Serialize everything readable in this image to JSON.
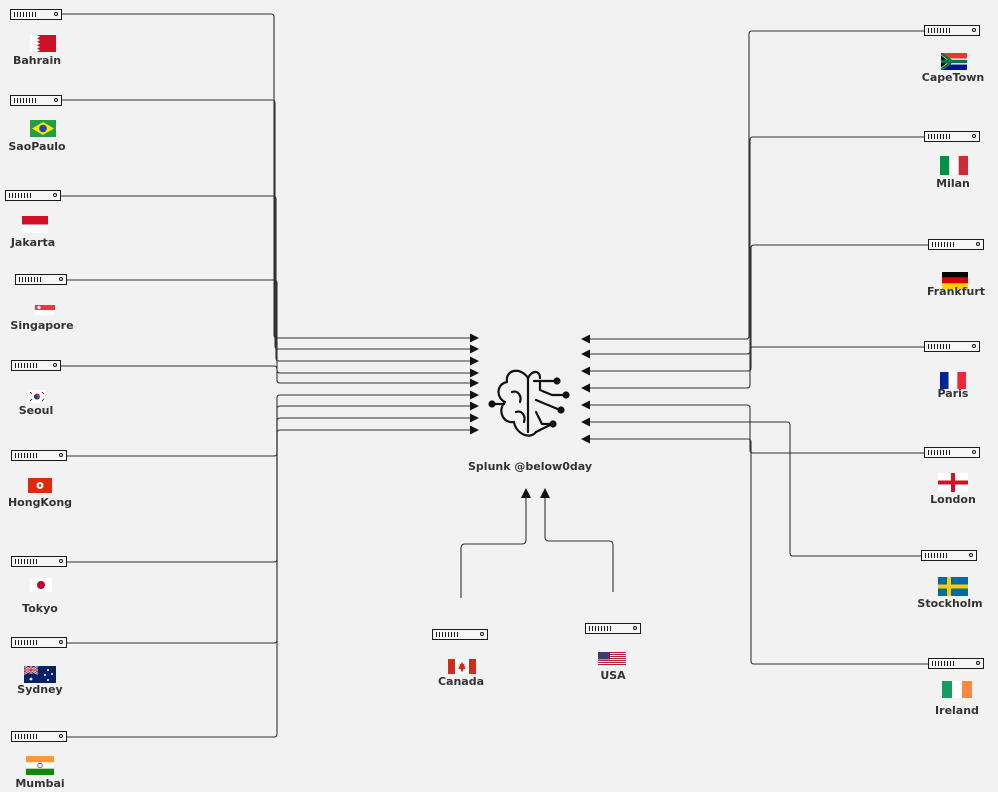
{
  "hub": {
    "label": "Splunk @below0day",
    "icon": "brain-circuit-icon"
  },
  "left_nodes": [
    {
      "id": "bahrain",
      "label": "Bahrain",
      "flag": "bahrain"
    },
    {
      "id": "saopaulo",
      "label": "SaoPaulo",
      "flag": "brazil"
    },
    {
      "id": "jakarta",
      "label": "Jakarta",
      "flag": "indonesia"
    },
    {
      "id": "singapore",
      "label": "Singapore",
      "flag": "singapore"
    },
    {
      "id": "seoul",
      "label": "Seoul",
      "flag": "korea"
    },
    {
      "id": "hongkong",
      "label": "HongKong",
      "flag": "hongkong"
    },
    {
      "id": "tokyo",
      "label": "Tokyo",
      "flag": "japan"
    },
    {
      "id": "sydney",
      "label": "Sydney",
      "flag": "australia"
    },
    {
      "id": "mumbai",
      "label": "Mumbai",
      "flag": "india"
    }
  ],
  "right_nodes": [
    {
      "id": "capetown",
      "label": "CapeTown",
      "flag": "southafrica"
    },
    {
      "id": "milan",
      "label": "Milan",
      "flag": "italy"
    },
    {
      "id": "frankfurt",
      "label": "Frankfurt",
      "flag": "germany"
    },
    {
      "id": "paris",
      "label": "Paris",
      "flag": "france"
    },
    {
      "id": "london",
      "label": "London",
      "flag": "england"
    },
    {
      "id": "stockholm",
      "label": "Stockholm",
      "flag": "sweden"
    },
    {
      "id": "ireland",
      "label": "Ireland",
      "flag": "ireland"
    }
  ],
  "bottom_nodes": [
    {
      "id": "canada",
      "label": "Canada",
      "flag": "canada"
    },
    {
      "id": "usa",
      "label": "USA",
      "flag": "usa"
    }
  ],
  "colors": {
    "background": "#f2f2f2",
    "line": "#333333",
    "arrow": "#111111"
  }
}
